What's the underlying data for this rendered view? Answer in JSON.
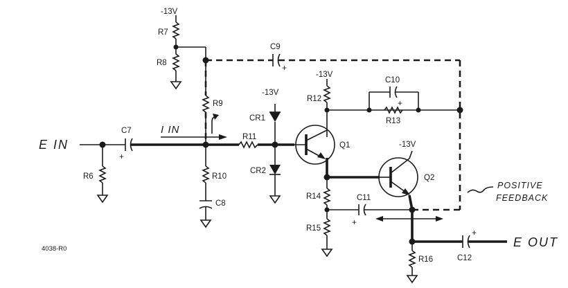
{
  "diagram": {
    "supply_labels": {
      "r7": "-13V",
      "cr1": "-13V",
      "r12": "-13V",
      "q2": "-13V"
    },
    "components": {
      "r6": "R6",
      "r7": "R7",
      "r8": "R8",
      "r9": "R9",
      "r10": "R10",
      "r11": "R11",
      "r12": "R12",
      "r13": "R13",
      "r14": "R14",
      "r15": "R15",
      "r16": "R16",
      "c7": "C7",
      "c8": "C8",
      "c9": "C9",
      "c10": "C10",
      "c11": "C11",
      "c12": "C12",
      "cr1": "CR1",
      "cr2": "CR2",
      "q1": "Q1",
      "q2": "Q2"
    },
    "polarity": {
      "plus": "+"
    },
    "signals": {
      "input": "E IN",
      "output": "E OUT",
      "current": "I IN"
    },
    "feedback_label_line1": "POSITIVE",
    "feedback_label_line2": "FEEDBACK",
    "figure_id": "4038-R0"
  }
}
